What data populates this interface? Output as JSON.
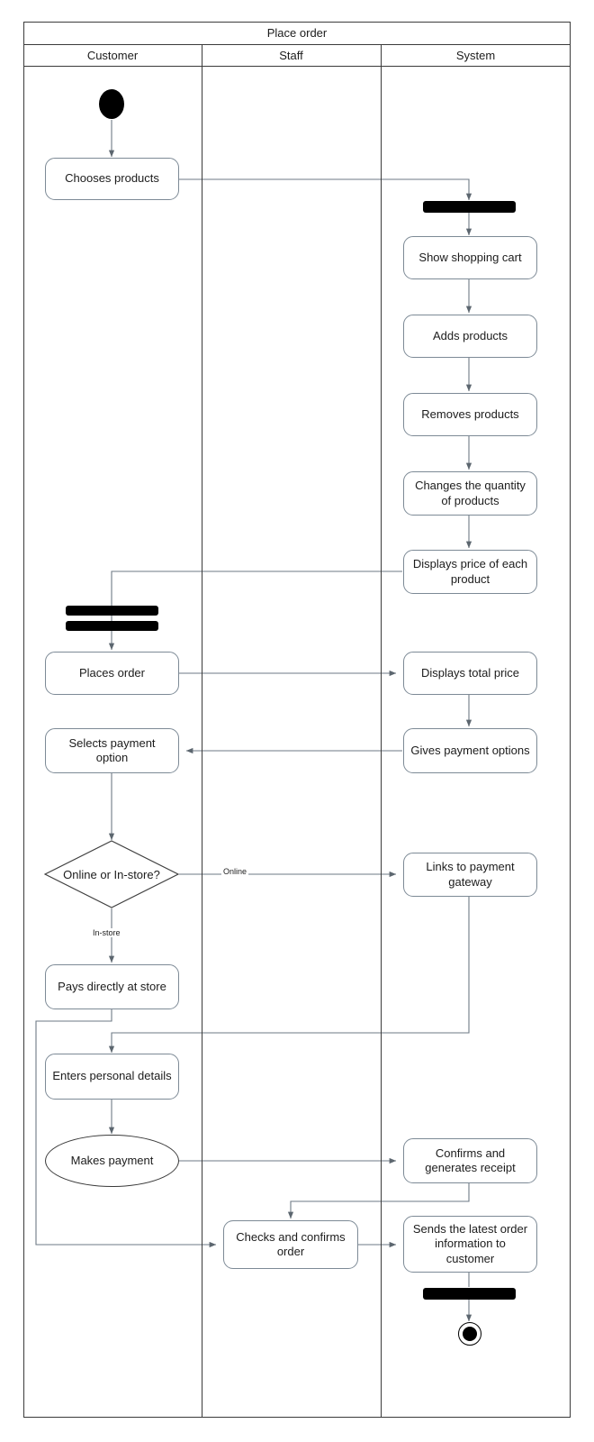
{
  "diagram": {
    "title": "Place order",
    "type": "uml-activity-diagram",
    "lanes": [
      {
        "id": "customer",
        "label": "Customer"
      },
      {
        "id": "staff",
        "label": "Staff"
      },
      {
        "id": "system",
        "label": "System"
      }
    ],
    "nodes": [
      {
        "id": "start",
        "kind": "initial-node",
        "lane": "customer",
        "label": ""
      },
      {
        "id": "chooses_products",
        "kind": "activity",
        "lane": "customer",
        "label": "Chooses products"
      },
      {
        "id": "fork1",
        "kind": "fork-bar",
        "lane": "system",
        "label": ""
      },
      {
        "id": "show_cart",
        "kind": "activity",
        "lane": "system",
        "label": "Show shopping cart"
      },
      {
        "id": "adds_products",
        "kind": "activity",
        "lane": "system",
        "label": "Adds products"
      },
      {
        "id": "removes_products",
        "kind": "activity",
        "lane": "system",
        "label": "Removes products"
      },
      {
        "id": "changes_quantity",
        "kind": "activity",
        "lane": "system",
        "label": "Changes the quantity of products"
      },
      {
        "id": "displays_price_each",
        "kind": "activity",
        "lane": "system",
        "label": "Displays price of each product"
      },
      {
        "id": "join1",
        "kind": "join-bar",
        "lane": "customer",
        "label": ""
      },
      {
        "id": "fork2",
        "kind": "fork-bar",
        "lane": "customer",
        "label": ""
      },
      {
        "id": "places_order",
        "kind": "activity",
        "lane": "customer",
        "label": "Places order"
      },
      {
        "id": "displays_total_price",
        "kind": "activity",
        "lane": "system",
        "label": "Displays total price"
      },
      {
        "id": "gives_payment_options",
        "kind": "activity",
        "lane": "system",
        "label": "Gives payment options"
      },
      {
        "id": "selects_payment_option",
        "kind": "activity",
        "lane": "customer",
        "label": "Selects payment option"
      },
      {
        "id": "decision_online_instore",
        "kind": "decision",
        "lane": "customer",
        "label": "Online or In-store?"
      },
      {
        "id": "links_payment_gateway",
        "kind": "activity",
        "lane": "system",
        "label": "Links to payment gateway"
      },
      {
        "id": "pays_at_store",
        "kind": "activity",
        "lane": "customer",
        "label": "Pays directly at store"
      },
      {
        "id": "enters_personal_details",
        "kind": "activity",
        "lane": "customer",
        "label": "Enters personal details"
      },
      {
        "id": "makes_payment",
        "kind": "ellipse-activity",
        "lane": "customer",
        "label": "Makes payment"
      },
      {
        "id": "confirms_receipt",
        "kind": "activity",
        "lane": "system",
        "label": "Confirms and generates receipt"
      },
      {
        "id": "checks_confirms_order",
        "kind": "activity",
        "lane": "staff",
        "label": "Checks and confirms order"
      },
      {
        "id": "sends_order_info",
        "kind": "activity",
        "lane": "system",
        "label": "Sends the latest order information to customer"
      },
      {
        "id": "join2",
        "kind": "join-bar",
        "lane": "system",
        "label": ""
      },
      {
        "id": "end",
        "kind": "final-node",
        "lane": "system",
        "label": ""
      }
    ],
    "edge_labels": [
      {
        "id": "edge-label-online",
        "text": "Online"
      },
      {
        "id": "edge-label-instore",
        "text": "In-store"
      }
    ],
    "colors": {
      "frame_stroke": "#3b3b3b",
      "activity_stroke": "#7d8a96",
      "edge_stroke": "#6e7a85",
      "bar_fill": "#000000",
      "text": "#1c1c1c",
      "background": "#ffffff"
    }
  }
}
